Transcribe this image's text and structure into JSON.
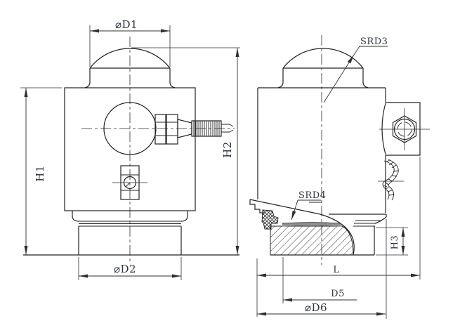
{
  "drawing": {
    "type": "engineering-drawing",
    "views": {
      "front_view": "column load cell front view",
      "side_view": "column load cell sectioned side view"
    },
    "labels": {
      "d1": "⌀D1",
      "h1": "H1",
      "h2": "H2",
      "d2": "⌀D2",
      "srd3": "SRD3",
      "srd4": "SRD4",
      "h3": "H3",
      "l": "L",
      "d5": "D5",
      "d6": "⌀D6"
    },
    "colors": {
      "line": "#232323",
      "background": "#ffffff",
      "seat_band": "#909090",
      "label_text": "#2e3442"
    }
  }
}
